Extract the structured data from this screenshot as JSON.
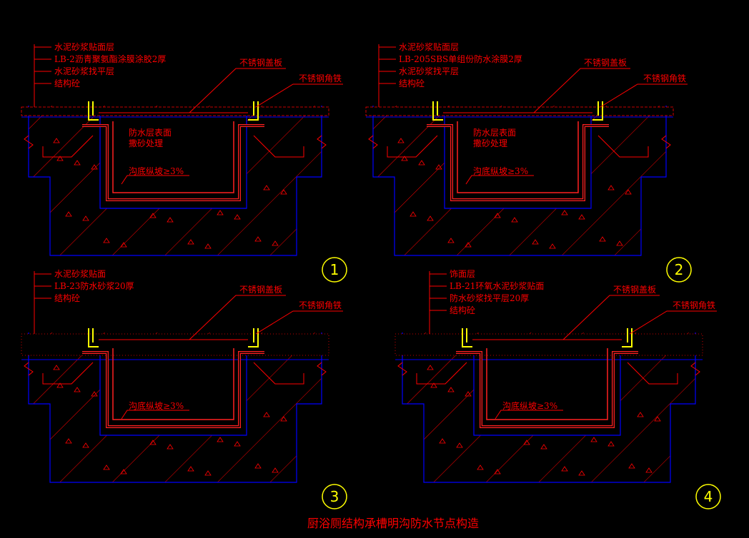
{
  "title": "厨浴厕结构承槽明沟防水节点构造",
  "colors": {
    "background": "#000000",
    "annotation": "#ff0000",
    "structure": "#0000ff",
    "waterproof": "#ff2020",
    "steel": "#ffff00",
    "fill": "#ff0000",
    "circle": "#ffff00"
  },
  "details": [
    {
      "number": "1",
      "layers": [
        "水泥砂浆贴面层",
        "LB-2沥青聚氨酯涂膜涂胶2厚",
        "水泥砂浆找平层",
        "结构砼"
      ],
      "cover_label": "不锈钢盖板",
      "angle_label": "不锈钢角铁",
      "surface_label": [
        "防水层表面",
        "撒砂处理"
      ],
      "slope_label": "沟底纵坡≥3%"
    },
    {
      "number": "2",
      "layers": [
        "水泥砂浆贴面层",
        "LB-205SBS单组份防水涂膜2厚",
        "水泥砂浆找平层",
        "结构砼"
      ],
      "cover_label": "不锈钢盖板",
      "angle_label": "不锈钢角铁",
      "surface_label": [
        "防水层表面",
        "撒砂处理"
      ],
      "slope_label": "沟底纵坡≥3%"
    },
    {
      "number": "3",
      "layers": [
        "水泥砂浆贴面",
        "LB-23防水砂浆20厚",
        "结构砼"
      ],
      "cover_label": "不锈钢盖板",
      "angle_label": "不锈钢角铁",
      "slope_label": "沟底纵坡≥3%"
    },
    {
      "number": "4",
      "layers": [
        "饰面层",
        "LB-21环氧水泥砂浆贴面",
        "防水砂浆找平层20厚",
        "结构砼"
      ],
      "cover_label": "不锈钢盖板",
      "angle_label": "不锈钢角铁",
      "slope_label": "沟底纵坡≥3%"
    }
  ]
}
